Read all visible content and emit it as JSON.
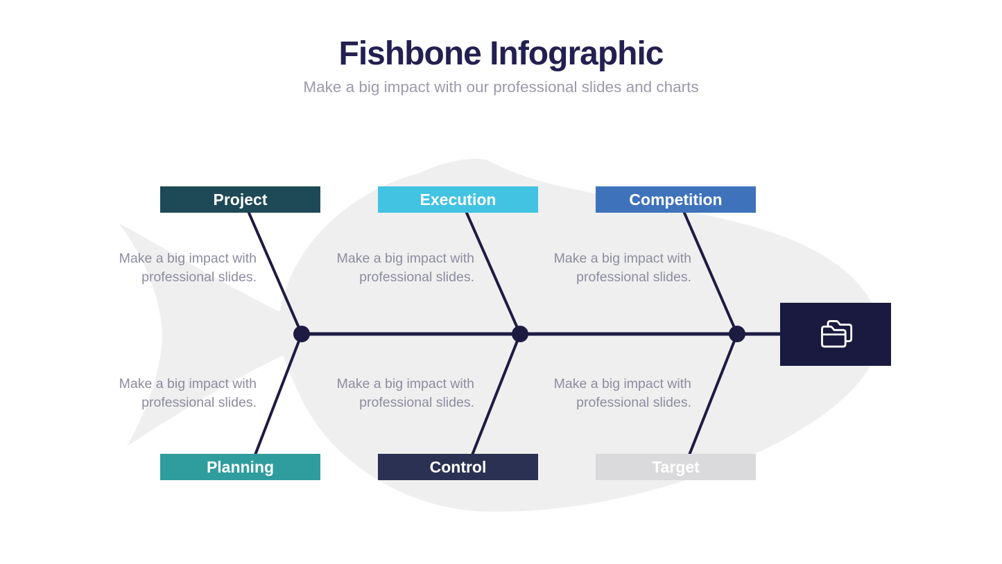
{
  "header": {
    "title": "Fishbone Infographic",
    "subtitle": "Make a big impact with our professional slides and charts"
  },
  "colors": {
    "background": "#FFFFFF",
    "title_text": "#232050",
    "subtitle_text": "#9B9AAD",
    "desc_text": "#8C8CA0",
    "ink": "#1D1B42",
    "fish": "#EFEFEF",
    "head_box": "#1A1A40",
    "icon_stroke": "#FFFFFF"
  },
  "categories": [
    {
      "label": "Project",
      "color": "#1E4956",
      "side": "top",
      "desc_lines": [
        "Make a big impact with",
        "professional slides."
      ]
    },
    {
      "label": "Execution",
      "color": "#41C3E1",
      "side": "top",
      "desc_lines": [
        "Make a big impact with",
        "professional slides."
      ]
    },
    {
      "label": "Competition",
      "color": "#3E73BB",
      "side": "top",
      "desc_lines": [
        "Make a big impact with",
        "professional slides."
      ]
    },
    {
      "label": "Planning",
      "color": "#2F9D9E",
      "side": "bottom",
      "desc_lines": [
        "Make a big impact with",
        "professional slides."
      ]
    },
    {
      "label": "Control",
      "color": "#2B3152",
      "side": "bottom",
      "desc_lines": [
        "Make a big impact with",
        "professional slides."
      ]
    },
    {
      "label": "Target",
      "color": "#DADADC",
      "side": "bottom",
      "desc_lines": [
        "Make a big impact with",
        "professional slides."
      ]
    }
  ],
  "head": {
    "icon": "folders-icon"
  }
}
